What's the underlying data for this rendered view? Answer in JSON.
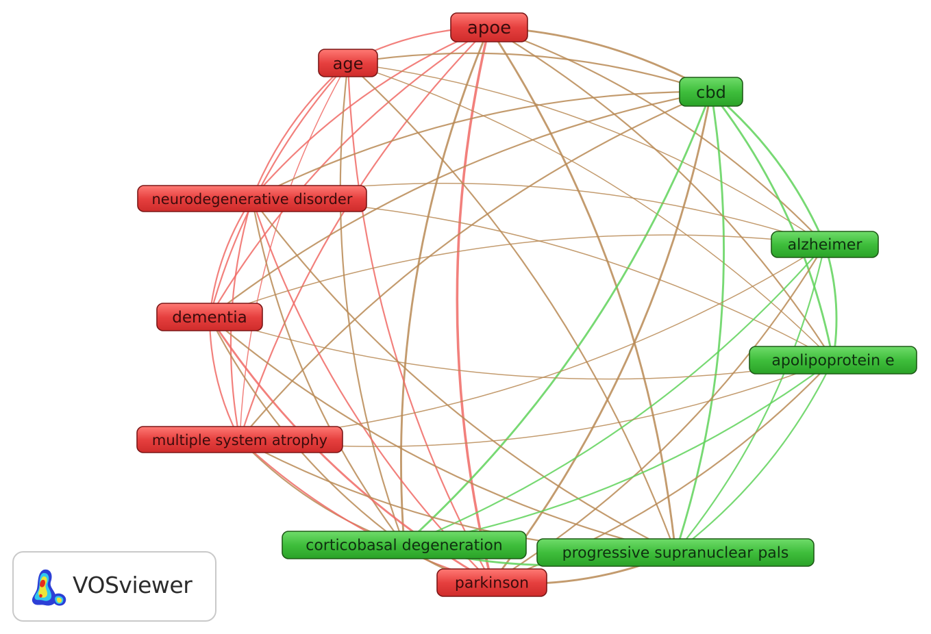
{
  "colors": {
    "red_cluster_fill": "#e6403f",
    "red_cluster_border": "#7a1717",
    "green_cluster_fill": "#3fbe3c",
    "green_cluster_border": "#1e5a17",
    "red_edge": "#f06a65",
    "green_edge": "#5fd25a",
    "mixed_edge": "#b98a55",
    "label_text_red": "#3a0c0c",
    "label_text_green": "#0f3010"
  },
  "nodes": [
    {
      "id": "apoe",
      "label": "apoe",
      "cluster": "red"
    },
    {
      "id": "age",
      "label": "age",
      "cluster": "red"
    },
    {
      "id": "cbd",
      "label": "cbd",
      "cluster": "green"
    },
    {
      "id": "neurodegenerative",
      "label": "neurodegenerative disorder",
      "cluster": "red"
    },
    {
      "id": "alzheimer",
      "label": "alzheimer",
      "cluster": "green"
    },
    {
      "id": "dementia",
      "label": "dementia",
      "cluster": "red"
    },
    {
      "id": "apolipoprotein",
      "label": "apolipoprotein e",
      "cluster": "green"
    },
    {
      "id": "msa",
      "label": "multiple system atrophy",
      "cluster": "red"
    },
    {
      "id": "corticobasal",
      "label": "corticobasal degeneration",
      "cluster": "green"
    },
    {
      "id": "psp",
      "label": "progressive supranuclear pals",
      "cluster": "green"
    },
    {
      "id": "parkinson",
      "label": "parkinson",
      "cluster": "red"
    }
  ],
  "edges": [
    {
      "source": "apoe",
      "target": "age",
      "weight": 2
    },
    {
      "source": "apoe",
      "target": "cbd",
      "weight": 3
    },
    {
      "source": "apoe",
      "target": "neurodegenerative",
      "weight": 2
    },
    {
      "source": "apoe",
      "target": "alzheimer",
      "weight": 2
    },
    {
      "source": "apoe",
      "target": "dementia",
      "weight": 2
    },
    {
      "source": "apoe",
      "target": "apolipoprotein",
      "weight": 2
    },
    {
      "source": "apoe",
      "target": "msa",
      "weight": 2
    },
    {
      "source": "apoe",
      "target": "corticobasal",
      "weight": 3
    },
    {
      "source": "apoe",
      "target": "psp",
      "weight": 3
    },
    {
      "source": "apoe",
      "target": "parkinson",
      "weight": 4
    },
    {
      "source": "age",
      "target": "cbd",
      "weight": 2
    },
    {
      "source": "age",
      "target": "neurodegenerative",
      "weight": 2
    },
    {
      "source": "age",
      "target": "alzheimer",
      "weight": 1
    },
    {
      "source": "age",
      "target": "dementia",
      "weight": 2
    },
    {
      "source": "age",
      "target": "apolipoprotein",
      "weight": 1
    },
    {
      "source": "age",
      "target": "msa",
      "weight": 1
    },
    {
      "source": "age",
      "target": "corticobasal",
      "weight": 2
    },
    {
      "source": "age",
      "target": "psp",
      "weight": 2
    },
    {
      "source": "age",
      "target": "parkinson",
      "weight": 2
    },
    {
      "source": "cbd",
      "target": "neurodegenerative",
      "weight": 2
    },
    {
      "source": "cbd",
      "target": "alzheimer",
      "weight": 3
    },
    {
      "source": "cbd",
      "target": "dementia",
      "weight": 2
    },
    {
      "source": "cbd",
      "target": "apolipoprotein",
      "weight": 3
    },
    {
      "source": "cbd",
      "target": "msa",
      "weight": 2
    },
    {
      "source": "cbd",
      "target": "corticobasal",
      "weight": 3
    },
    {
      "source": "cbd",
      "target": "psp",
      "weight": 3
    },
    {
      "source": "cbd",
      "target": "parkinson",
      "weight": 3
    },
    {
      "source": "neurodegenerative",
      "target": "alzheimer",
      "weight": 1
    },
    {
      "source": "neurodegenerative",
      "target": "dementia",
      "weight": 2
    },
    {
      "source": "neurodegenerative",
      "target": "apolipoprotein",
      "weight": 1
    },
    {
      "source": "neurodegenerative",
      "target": "msa",
      "weight": 2
    },
    {
      "source": "neurodegenerative",
      "target": "corticobasal",
      "weight": 2
    },
    {
      "source": "neurodegenerative",
      "target": "psp",
      "weight": 2
    },
    {
      "source": "neurodegenerative",
      "target": "parkinson",
      "weight": 2
    },
    {
      "source": "alzheimer",
      "target": "dementia",
      "weight": 1
    },
    {
      "source": "alzheimer",
      "target": "apolipoprotein",
      "weight": 3
    },
    {
      "source": "alzheimer",
      "target": "msa",
      "weight": 1
    },
    {
      "source": "alzheimer",
      "target": "corticobasal",
      "weight": 2
    },
    {
      "source": "alzheimer",
      "target": "psp",
      "weight": 2
    },
    {
      "source": "alzheimer",
      "target": "parkinson",
      "weight": 2
    },
    {
      "source": "dementia",
      "target": "apolipoprotein",
      "weight": 1
    },
    {
      "source": "dementia",
      "target": "msa",
      "weight": 2
    },
    {
      "source": "dementia",
      "target": "corticobasal",
      "weight": 2
    },
    {
      "source": "dementia",
      "target": "psp",
      "weight": 2
    },
    {
      "source": "dementia",
      "target": "parkinson",
      "weight": 3
    },
    {
      "source": "apolipoprotein",
      "target": "msa",
      "weight": 1
    },
    {
      "source": "apolipoprotein",
      "target": "corticobasal",
      "weight": 2
    },
    {
      "source": "apolipoprotein",
      "target": "psp",
      "weight": 2
    },
    {
      "source": "apolipoprotein",
      "target": "parkinson",
      "weight": 2
    },
    {
      "source": "msa",
      "target": "corticobasal",
      "weight": 2
    },
    {
      "source": "msa",
      "target": "psp",
      "weight": 2
    },
    {
      "source": "msa",
      "target": "parkinson",
      "weight": 2
    },
    {
      "source": "corticobasal",
      "target": "psp",
      "weight": 3
    },
    {
      "source": "corticobasal",
      "target": "parkinson",
      "weight": 3
    },
    {
      "source": "psp",
      "target": "parkinson",
      "weight": 3
    }
  ],
  "logo": {
    "text": "VOSviewer",
    "icon": "vosviewer-density-icon"
  }
}
